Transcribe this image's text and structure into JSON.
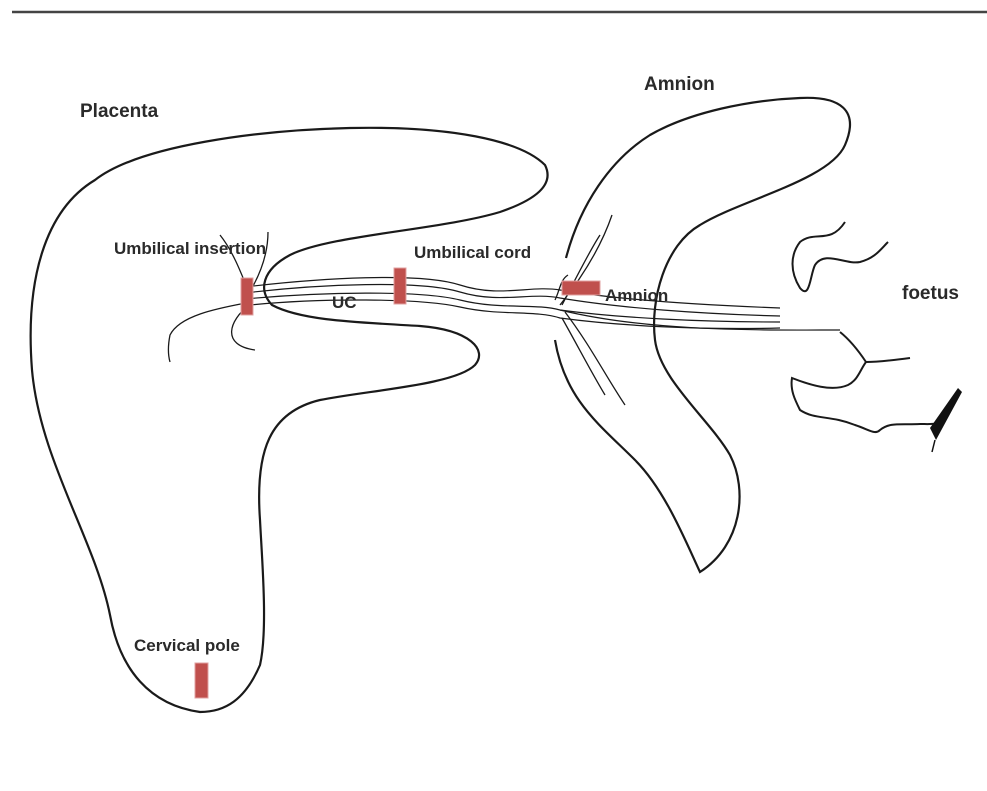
{
  "labels": {
    "placenta": "Placenta",
    "amnion_top": "Amnion",
    "umbilical_insertion": "Umbilical insertion",
    "umbilical_cord": "Umbilical cord",
    "uc": "UC",
    "amnion_sample": "Amnion",
    "foetus": "foetus",
    "cervical_pole": "Cervical pole"
  },
  "colors": {
    "outline": "#1a1a1a",
    "sample_marker": "#c0504d"
  }
}
